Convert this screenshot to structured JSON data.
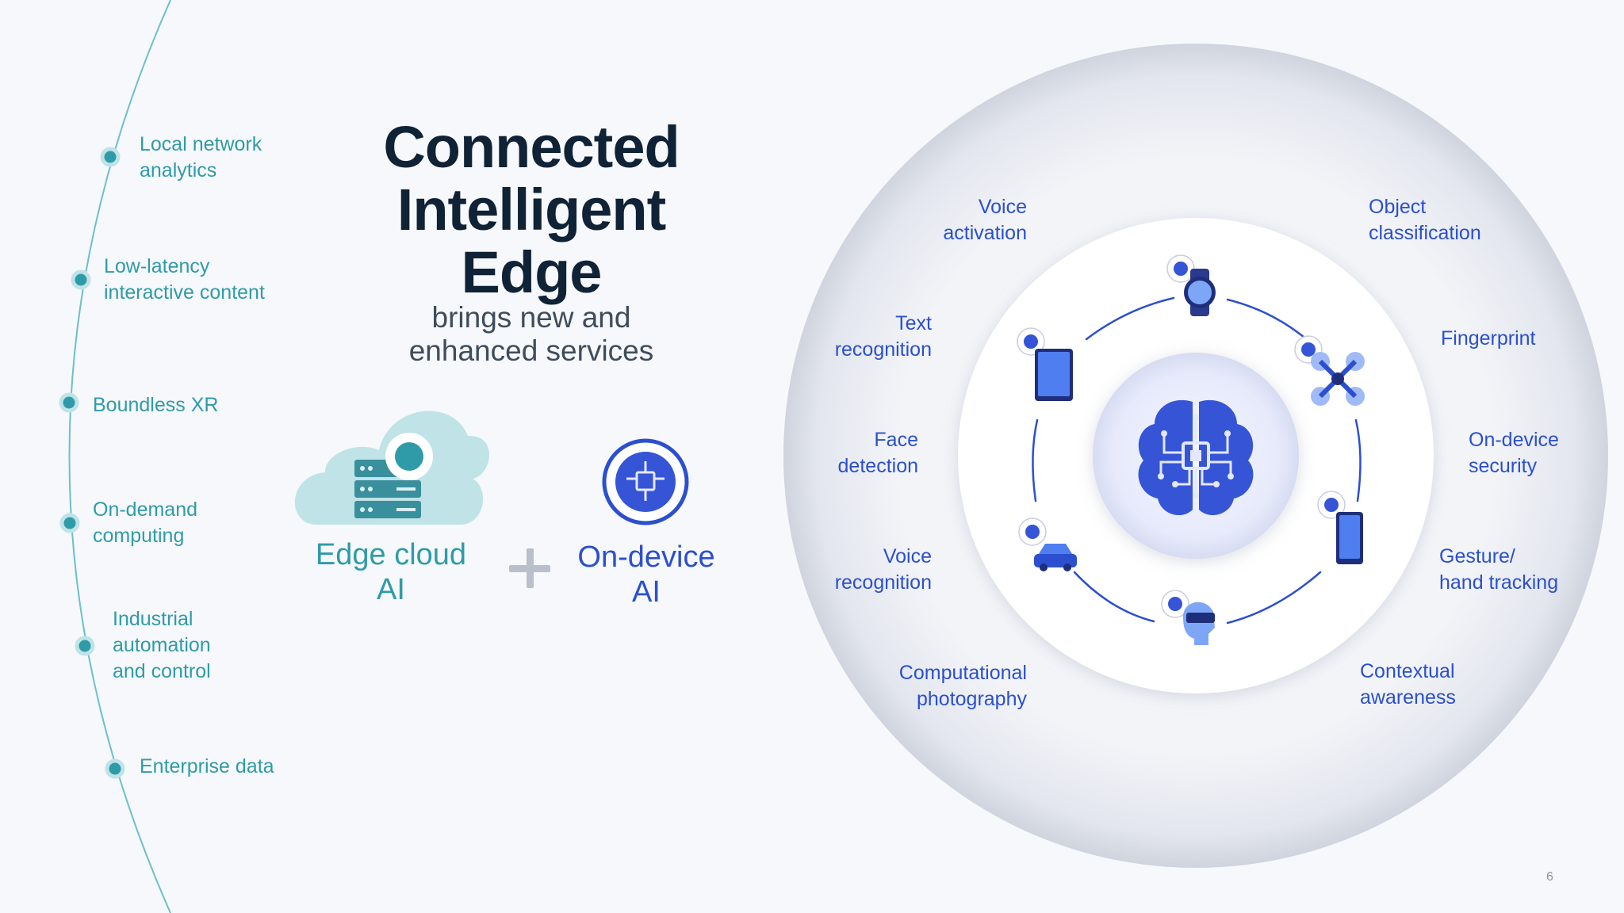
{
  "title": {
    "lines": [
      "Connected",
      "Intelligent",
      "Edge"
    ],
    "subtitle_lines": [
      "brings new and",
      "enhanced services"
    ]
  },
  "left_services": [
    {
      "lines": [
        "Local network",
        "analytics"
      ]
    },
    {
      "lines": [
        "Low-latency",
        "interactive content"
      ]
    },
    {
      "lines": [
        "Boundless XR"
      ]
    },
    {
      "lines": [
        "On-demand",
        "computing"
      ]
    },
    {
      "lines": [
        "Industrial",
        "automation",
        "and control"
      ]
    },
    {
      "lines": [
        "Enterprise data"
      ]
    }
  ],
  "edge_cloud": {
    "lines": [
      "Edge cloud",
      "AI"
    ]
  },
  "on_device": {
    "lines": [
      "On-device",
      "AI"
    ]
  },
  "ring_labels": {
    "left": [
      {
        "lines": [
          "Voice",
          "activation"
        ]
      },
      {
        "lines": [
          "Text",
          "recognition"
        ]
      },
      {
        "lines": [
          "Face",
          "detection"
        ]
      },
      {
        "lines": [
          "Voice",
          "recognition"
        ]
      },
      {
        "lines": [
          "Computational",
          "photography"
        ]
      }
    ],
    "right": [
      {
        "lines": [
          "Object",
          "classification"
        ]
      },
      {
        "lines": [
          "Fingerprint"
        ]
      },
      {
        "lines": [
          "On-device",
          "security"
        ]
      },
      {
        "lines": [
          "Gesture/",
          "hand tracking"
        ]
      },
      {
        "lines": [
          "Contextual",
          "awareness"
        ]
      }
    ]
  },
  "icons": [
    "brain-chip-icon",
    "smartwatch-icon",
    "drone-icon",
    "phone-icon",
    "xr-headset-icon",
    "car-icon",
    "tablet-icon",
    "server-icon",
    "cloud-icon"
  ],
  "colors": {
    "teal": "#2f9ba8",
    "blue": "#2b4fcf",
    "title": "#0f2236"
  },
  "page_number": "6"
}
